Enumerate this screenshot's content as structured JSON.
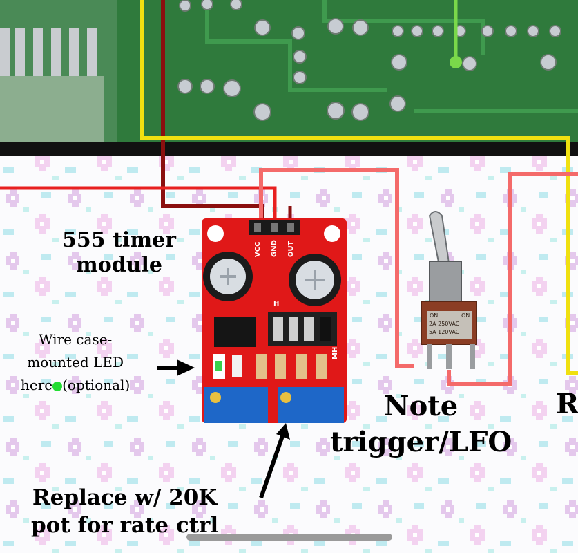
{
  "labels": {
    "timer_line1": "555 timer",
    "timer_line2": "module",
    "led_line1": "Wire case-",
    "led_line2": "mounted LED",
    "led_line3_a": "here",
    "led_line3_b": "(optional)",
    "note_line1": "Note",
    "note_line2": "trigger/LFO",
    "pot_line1": "Replace w/ 20K",
    "pot_line2": "pot for rate ctrl",
    "cut_off": "R"
  },
  "module": {
    "pin_vcc": "VCC",
    "pin_gnd": "GND",
    "pin_out": "OUT",
    "mark_h": "H",
    "mark_mh": "MH"
  },
  "switch": {
    "on_left": "ON",
    "on_right": "ON",
    "rating_1": "2A 250VAC",
    "rating_2": "5A 120VAC"
  },
  "colors": {
    "pcb_green": "#2f7a3c",
    "module_red": "#e01818",
    "wire_dark_red": "#8b0f0f",
    "wire_yellow": "#f0e010",
    "wire_pink": "#f46a6a",
    "wire_red": "#e82020",
    "led_dot": "#22dd33"
  }
}
